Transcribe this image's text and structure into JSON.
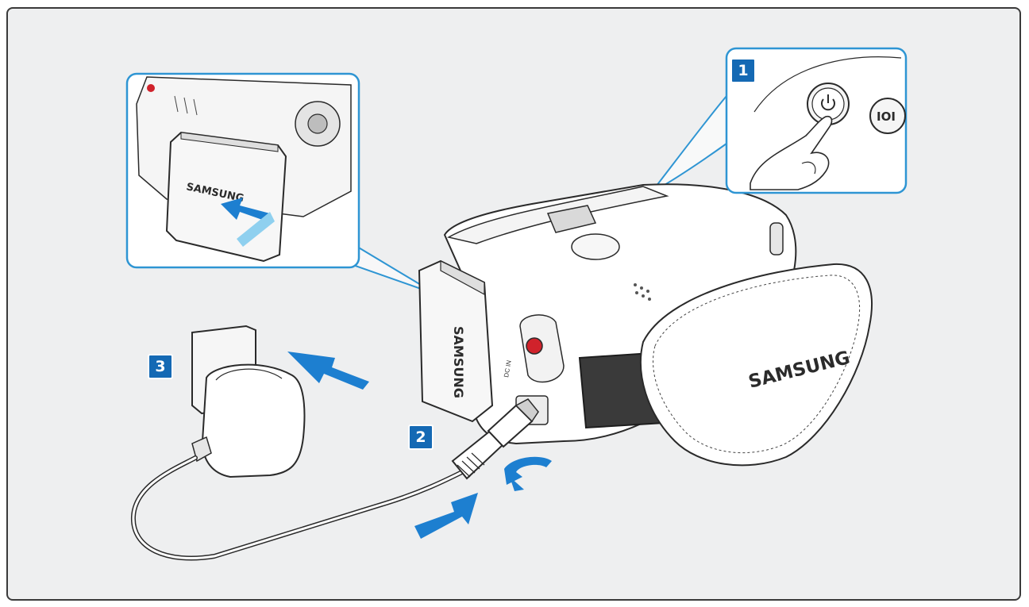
{
  "steps": [
    {
      "number": "1"
    },
    {
      "number": "2"
    },
    {
      "number": "3"
    }
  ],
  "battery": {
    "brand": "SAMSUNG"
  },
  "grip_strap": {
    "brand": "SAMSUNG"
  },
  "mode_button": {
    "label": "IOI"
  },
  "jack": {
    "label": "DC IN"
  },
  "colors": {
    "accent": "#1469b4",
    "callout": "#2e95d3",
    "arrow": "#1d7fd0",
    "arrow_light": "#8fd0ef",
    "panel": "#eeeff0"
  },
  "icons": [
    "power-icon",
    "arrow-icon",
    "rotate-arrow-icon"
  ]
}
